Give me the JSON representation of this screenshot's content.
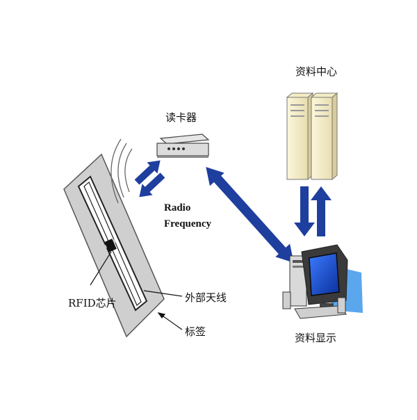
{
  "labels": {
    "reader": "读卡器",
    "data_center": "资料中心",
    "radio_line1": "Radio",
    "radio_line2": "Frequency",
    "rfid_chip": "RFID芯片",
    "external_antenna": "外部天线",
    "tag": "标签",
    "data_display": "资料显示"
  },
  "colors": {
    "arrow": "#1f3f9e",
    "tag_body": "#cfcfcf",
    "server": "#f6f0c6",
    "monitor_screen": "#1a4fd0",
    "line": "#111111"
  },
  "icons": [
    "reader-device-icon",
    "server-icon",
    "computer-icon",
    "rfid-tag-icon",
    "radio-wave-icon"
  ]
}
